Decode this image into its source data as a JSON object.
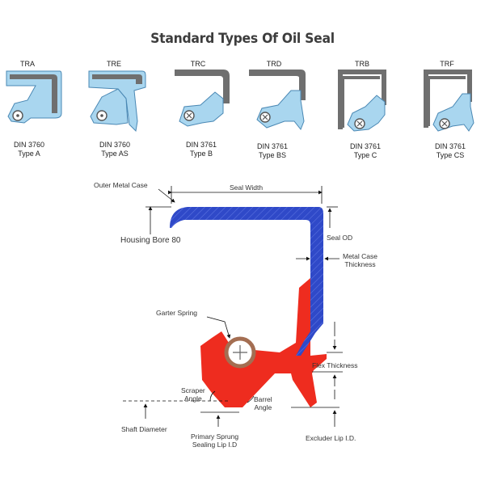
{
  "title": "Standard Types Of Oil Seal",
  "seal_types": [
    {
      "code": "TRA",
      "line1": "DIN 3760",
      "line2": "Type A"
    },
    {
      "code": "TRE",
      "line1": "DIN 3760",
      "line2": "Type AS"
    },
    {
      "code": "TRC",
      "line1": "DIN 3761",
      "line2": "Type B"
    },
    {
      "code": "TRD",
      "line1": "DIN 3761",
      "line2": "Type BS"
    },
    {
      "code": "TRB",
      "line1": "DIN 3761",
      "line2": "Type C"
    },
    {
      "code": "TRF",
      "line1": "DIN 3761",
      "line2": "Type CS"
    }
  ],
  "labels": {
    "outer_metal_case": "Outer Metal Case",
    "seal_width": "Seal Width",
    "housing_bore": "Housing Bore 80",
    "seal_od": "Seal OD",
    "metal_case_thickness_1": "Metal Case",
    "metal_case_thickness_2": "Thickness",
    "garter_spring": "Garter Spring",
    "flex_thickness": "Flex Thickness",
    "scraper_angle_1": "Scraper",
    "scraper_angle_2": "Angle",
    "barrel_angle_1": "Barrel",
    "barrel_angle_2": "Angle",
    "shaft_diameter": "Shaft Diameter",
    "primary_lip_1": "Primary Sprung",
    "primary_lip_2": "Sealing Lip I.D",
    "excluder_lip": "Excluder Lip I.D."
  },
  "colors": {
    "rubber_light": "#a9d6ef",
    "metal": "#6f6f6f",
    "case_blue": "#2f49c8",
    "rubber_red": "#ee2c1f",
    "spring": "#a46e52"
  }
}
